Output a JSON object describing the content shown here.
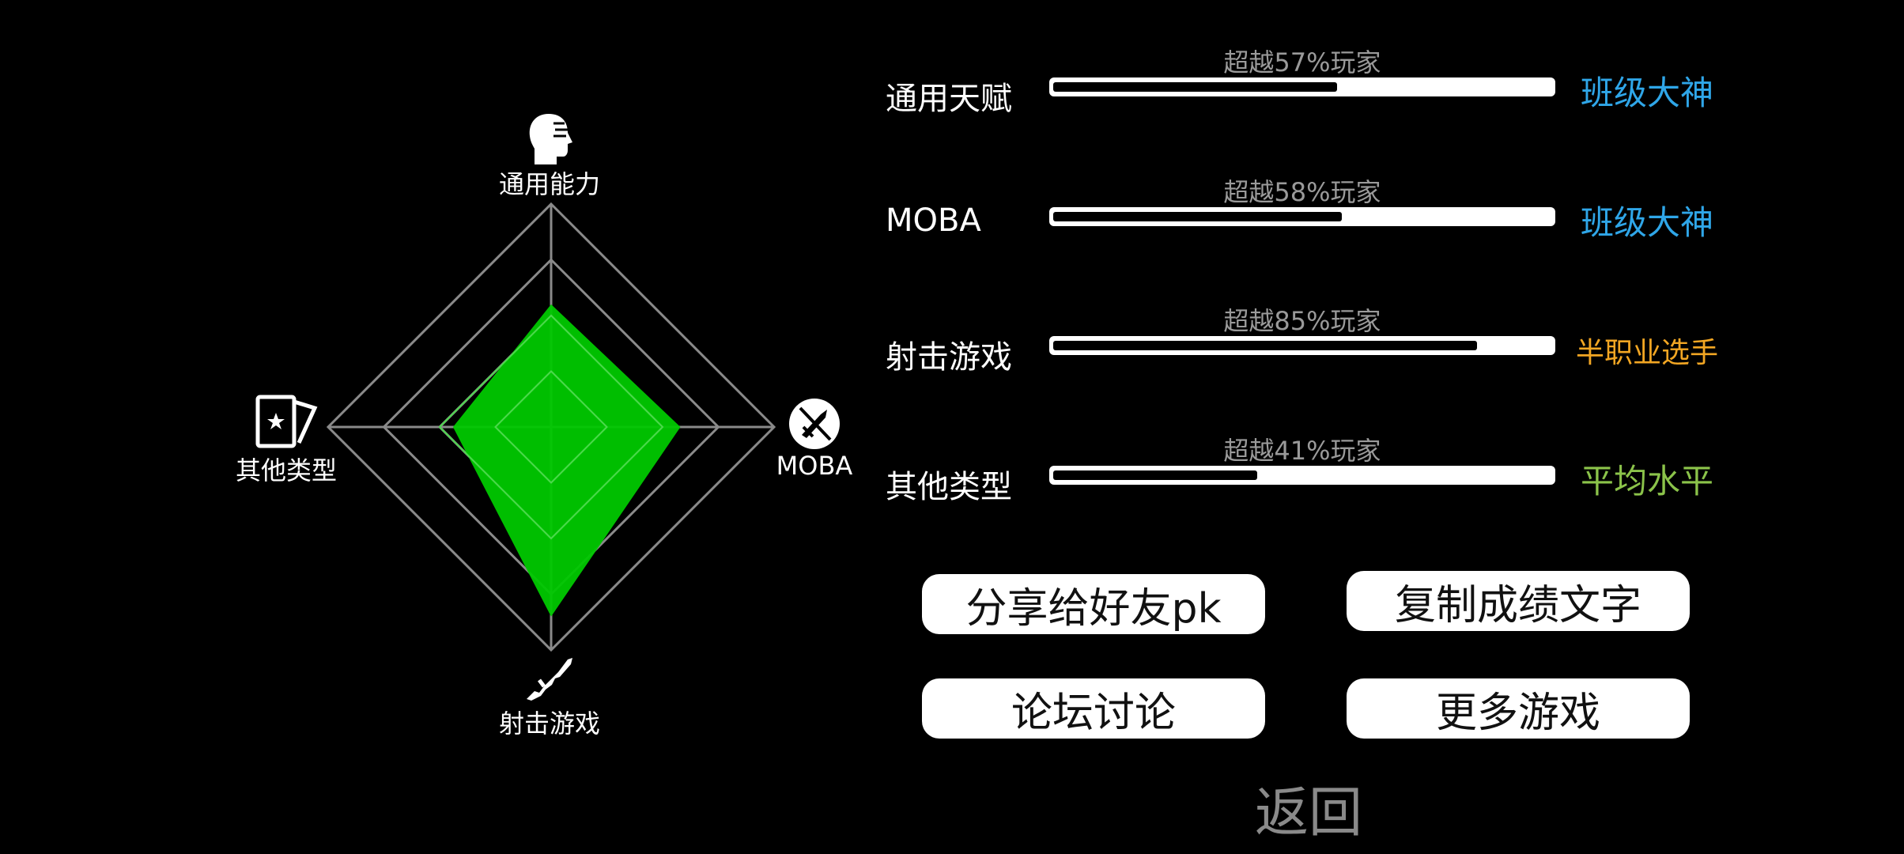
{
  "radar": {
    "axes": [
      {
        "label": "通用能力",
        "icon": "head-brain-icon",
        "value": 0.55
      },
      {
        "label": "MOBA",
        "icon": "no-sword-icon",
        "value": 0.58
      },
      {
        "label": "射击游戏",
        "icon": "rifle-icon",
        "value": 0.85
      },
      {
        "label": "其他类型",
        "icon": "card-star-icon",
        "value": 0.44
      }
    ],
    "fill_color": "#00c800",
    "grid_color": "#8a8a8a",
    "rings": 4
  },
  "stats": [
    {
      "label": "通用天赋",
      "percent_text": "超越57%玩家",
      "percent": 57,
      "rank": "班级大神",
      "rank_color": "#2fa6e8"
    },
    {
      "label": "MOBA",
      "percent_text": "超越58%玩家",
      "percent": 58,
      "rank": "班级大神",
      "rank_color": "#2fa6e8"
    },
    {
      "label": "射击游戏",
      "percent_text": "超越85%玩家",
      "percent": 85,
      "rank": "半职业选手",
      "rank_color": "#f2a623"
    },
    {
      "label": "其他类型",
      "percent_text": "超越41%玩家",
      "percent": 41,
      "rank": "平均水平",
      "rank_color": "#8bc34a"
    }
  ],
  "buttons": {
    "share": "分享给好友pk",
    "copy": "复制成绩文字",
    "forum": "论坛讨论",
    "more": "更多游戏"
  },
  "back_label": "返回"
}
